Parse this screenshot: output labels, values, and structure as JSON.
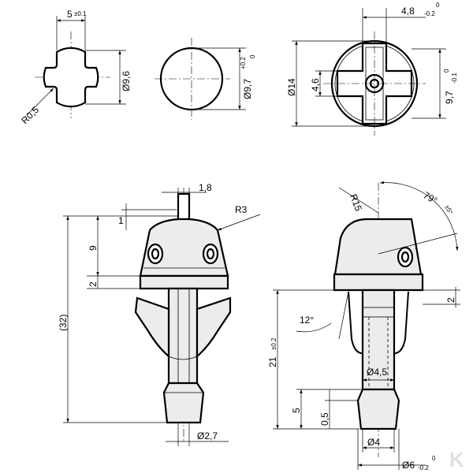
{
  "top_views": {
    "left": {
      "width": "5",
      "width_tol": "±0.1",
      "dia": "Ø9,6",
      "radius": "R0,5"
    },
    "middle": {
      "dia": "Ø9,7",
      "tol_upper": "+0.2",
      "tol_lower": "0"
    },
    "right": {
      "width": "4,8",
      "width_tol_upper": "0",
      "width_tol_lower": "-0.2",
      "outer_dia": "Ø14",
      "inner": "4,6",
      "height": "9,7",
      "height_tol_upper": "0",
      "height_tol_lower": "-0.1"
    }
  },
  "front_view": {
    "slot": "1,8",
    "radius": "R3",
    "d1": "1",
    "d9": "9",
    "d2": "2",
    "overall": "(32)",
    "bottom_dia": "Ø2,7"
  },
  "side_view": {
    "radius": "R15",
    "angle": "79°",
    "angle_tol": "±5°",
    "angle2": "12°",
    "d2": "2",
    "height": "21",
    "height_tol": "±0.2",
    "inner_dia": "Ø4,5",
    "d5": "5",
    "d05": "0,5",
    "dia4": "Ø4",
    "dia6": "Ø6",
    "dia6_tol_upper": "0",
    "dia6_tol_lower": "-0.2"
  },
  "logo": "K"
}
